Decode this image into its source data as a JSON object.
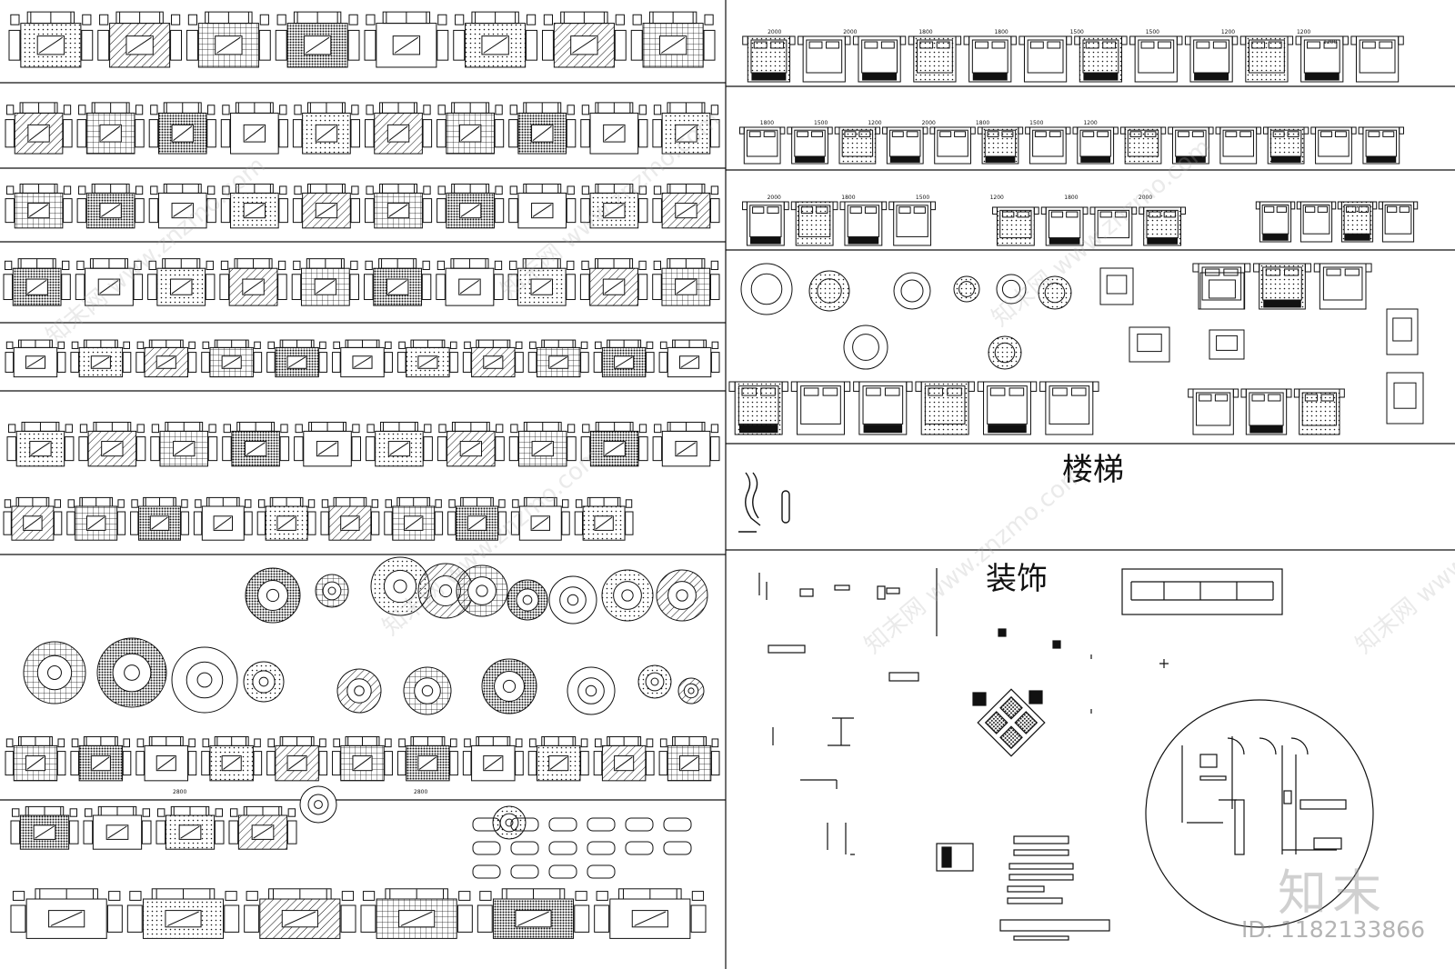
{
  "sections": {
    "stairs_label": "楼梯",
    "decoration_label": "装饰"
  },
  "watermark": {
    "logo": "知末",
    "id_text": "ID: 1182133866",
    "diagonal": "知末网 www.znzmo.com"
  },
  "bed_dimensions": {
    "row1": [
      "2000",
      "2000",
      "1800",
      "1800",
      "1500",
      "1500",
      "1200",
      "1200"
    ],
    "row2": [
      "1800",
      "1500",
      "1200",
      "2000",
      "1800",
      "1500",
      "1200"
    ],
    "row3": [
      "2000",
      "1800",
      "1500",
      "1200",
      "1800",
      "2000"
    ]
  },
  "small_labels": [
    "2800",
    "2800",
    "1200"
  ],
  "colors": {
    "line": "#111111",
    "panel": "#ffffff",
    "watermark": "#969696"
  }
}
